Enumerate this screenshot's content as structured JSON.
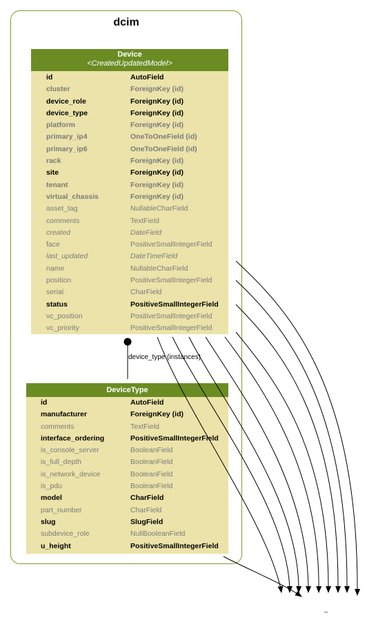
{
  "app": {
    "cluster_title": "dcim"
  },
  "models": {
    "device": {
      "name": "Device",
      "subtitle": "<CreatedUpdatedModel>",
      "fields": [
        {
          "name": "id",
          "type": "AutoField",
          "style": "bold"
        },
        {
          "name": "cluster",
          "type": "ForeignKey (id)",
          "style": "fkey"
        },
        {
          "name": "device_role",
          "type": "ForeignKey (id)",
          "style": "bold"
        },
        {
          "name": "device_type",
          "type": "ForeignKey (id)",
          "style": "bold"
        },
        {
          "name": "platform",
          "type": "ForeignKey (id)",
          "style": "fkey"
        },
        {
          "name": "primary_ip4",
          "type": "OneToOneField (id)",
          "style": "fkey"
        },
        {
          "name": "primary_ip6",
          "type": "OneToOneField (id)",
          "style": "fkey"
        },
        {
          "name": "rack",
          "type": "ForeignKey (id)",
          "style": "fkey"
        },
        {
          "name": "site",
          "type": "ForeignKey (id)",
          "style": "bold"
        },
        {
          "name": "tenant",
          "type": "ForeignKey (id)",
          "style": "fkey"
        },
        {
          "name": "virtual_chassis",
          "type": "ForeignKey (id)",
          "style": "fkey"
        },
        {
          "name": "asset_tag",
          "type": "NullableCharField",
          "style": "plain"
        },
        {
          "name": "comments",
          "type": "TextField",
          "style": "plain"
        },
        {
          "name": "created",
          "type": "DateField",
          "style": "ital"
        },
        {
          "name": "face",
          "type": "PositiveSmallIntegerField",
          "style": "plain"
        },
        {
          "name": "last_updated",
          "type": "DateTimeField",
          "style": "ital"
        },
        {
          "name": "name",
          "type": "NullableCharField",
          "style": "plain"
        },
        {
          "name": "position",
          "type": "PositiveSmallIntegerField",
          "style": "plain"
        },
        {
          "name": "serial",
          "type": "CharField",
          "style": "plain"
        },
        {
          "name": "status",
          "type": "PositiveSmallIntegerField",
          "style": "bold"
        },
        {
          "name": "vc_position",
          "type": "PositiveSmallIntegerField",
          "style": "plain"
        },
        {
          "name": "vc_priority",
          "type": "PositiveSmallIntegerField",
          "style": "plain"
        }
      ]
    },
    "devicetype": {
      "name": "DeviceType",
      "fields": [
        {
          "name": "id",
          "type": "AutoField",
          "style": "bold"
        },
        {
          "name": "manufacturer",
          "type": "ForeignKey (id)",
          "style": "bold"
        },
        {
          "name": "comments",
          "type": "TextField",
          "style": "plain"
        },
        {
          "name": "interface_ordering",
          "type": "PositiveSmallIntegerField",
          "style": "bold"
        },
        {
          "name": "is_console_server",
          "type": "BooleanField",
          "style": "plain"
        },
        {
          "name": "is_full_depth",
          "type": "BooleanField",
          "style": "plain"
        },
        {
          "name": "is_network_device",
          "type": "BooleanField",
          "style": "plain"
        },
        {
          "name": "is_pdu",
          "type": "BooleanField",
          "style": "plain"
        },
        {
          "name": "model",
          "type": "CharField",
          "style": "bold"
        },
        {
          "name": "part_number",
          "type": "CharField",
          "style": "plain"
        },
        {
          "name": "slug",
          "type": "SlugField",
          "style": "bold"
        },
        {
          "name": "subdevice_role",
          "type": "NullBooleanField",
          "style": "plain"
        },
        {
          "name": "u_height",
          "type": "PositiveSmallIntegerField",
          "style": "bold"
        }
      ]
    }
  },
  "edges": {
    "device_type_label": "device_type (instances)",
    "external_target_label": "_"
  },
  "colors": {
    "header": "#6b8c23",
    "body": "#ebe3a9",
    "cluster_border": "#7a9a2e",
    "edge": "#000000"
  }
}
